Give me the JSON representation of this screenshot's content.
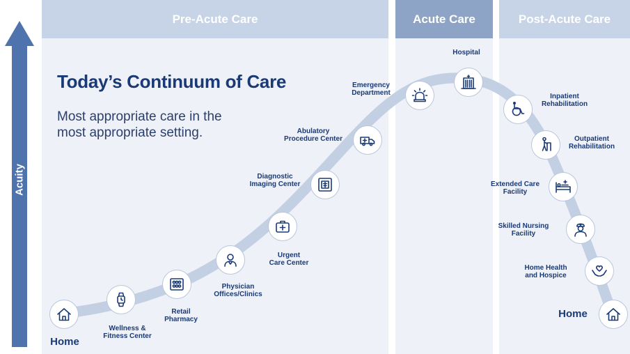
{
  "header": {
    "pre_acute": "Pre-Acute Care",
    "acute": "Acute Care",
    "post_acute": "Post-Acute Care"
  },
  "title": "Today’s Continuum of Care",
  "subtitle_line1": "Most appropriate care in the",
  "subtitle_line2": "most appropriate setting.",
  "axis_label": "Acuity",
  "colors": {
    "navy": "#1a3a76",
    "arrow": "#4f73ac",
    "curve": "#c3d0e4",
    "column_bg": "#eef1f7",
    "header_light": "#c7d3e6",
    "header_dark": "#8ea4c6"
  },
  "steps": [
    {
      "icon": "house-icon",
      "line1": "Home",
      "line2": ""
    },
    {
      "icon": "smartwatch-icon",
      "line1": "Wellness &",
      "line2": "Fitness Center"
    },
    {
      "icon": "pill-pack-icon",
      "line1": "Retail",
      "line2": "Pharmacy"
    },
    {
      "icon": "physician-icon",
      "line1": "Physician",
      "line2": "Offices/Clinics"
    },
    {
      "icon": "medical-kit-icon",
      "line1": "Urgent",
      "line2": "Care Center"
    },
    {
      "icon": "imaging-scanner-icon",
      "line1": "Diagnostic",
      "line2": "Imaging Center"
    },
    {
      "icon": "ambulance-icon",
      "line1": "Abulatory",
      "line2": "Procedure Center"
    },
    {
      "icon": "siren-icon",
      "line1": "Emergency",
      "line2": "Department"
    },
    {
      "icon": "hospital-building-icon",
      "line1": "Hospital",
      "line2": ""
    },
    {
      "icon": "wheelchair-icon",
      "line1": "Inpatient",
      "line2": "Rehabilitation"
    },
    {
      "icon": "walker-patient-icon",
      "line1": "Outpatient",
      "line2": "Rehabilitation"
    },
    {
      "icon": "hospital-bed-icon",
      "line1": "Extended Care",
      "line2": "Facility"
    },
    {
      "icon": "nurse-icon",
      "line1": "Skilled Nursing",
      "line2": "Facility"
    },
    {
      "icon": "caring-hands-icon",
      "line1": "Home Health",
      "line2": "and Hospice"
    },
    {
      "icon": "house-icon",
      "line1": "Home",
      "line2": ""
    }
  ]
}
